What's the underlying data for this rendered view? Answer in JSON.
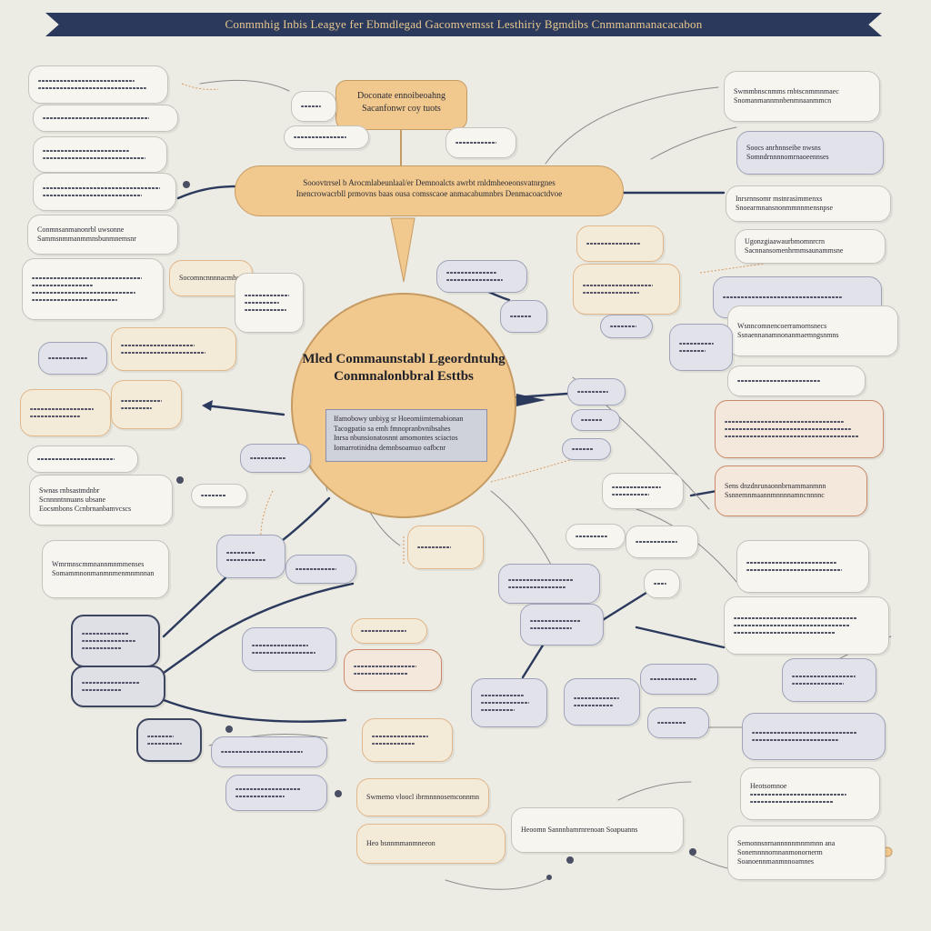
{
  "banner": {
    "title": "Conmmhig Inbis Leagye fer Ebmdlegad Gacomvemsst Lesthiriy Bgmdibs Cnmmanmanacacabon"
  },
  "central": {
    "title_line1": "Mled Commaunstabl Lgeordntuhg",
    "title_line2": "Conmnalonbbral Esttbs",
    "box_lines": [
      "Ifamobowy unbiyg sr Hoeomiimtemabionan",
      "Tacogpatio sa emh fmnopranbvnibsahes",
      "Inrsa nbunsionatosnnt amomontes sciactos",
      "Iomarrotinidna demnbsoamuo oafbcnr"
    ]
  },
  "top_card": {
    "line1": "Doconate ennoibeoahng",
    "line2": "Sacanfonwr coy tuots"
  },
  "bar": {
    "line1": "Sooovtrrsel b Arocmlabeunlaal/er Demnoalcts awrbt rnldmheoeonsvatnrgnes",
    "line2": "Inencrowacrbll prmovns baas ousa comsscaoe anmacabumnbrs Denmacoactdvoe"
  },
  "nodes": {
    "n_l_sp": {
      "lines": [
        "Swnas rnbsastmdnbr",
        "Scnnnntnnuans ubsane",
        "Eocsmbons Ccnbrnanbamvcscs"
      ]
    },
    "n_l_cb": {
      "lines": [
        "Conmnsanmanonrbl uwsonne",
        "Sammsnmmanmmnsbunmnemsnr"
      ]
    },
    "n_l_ps": {
      "lines": [
        "Socomncnnnnacmhcamounns"
      ]
    },
    "n_r_sv": {
      "lines": [
        "Swmmbnscnmms rnbtscnmmnmaec",
        "Snomanmannmnbenmnaanmmcn"
      ]
    },
    "n_r_st": {
      "lines": [
        "Soocs anrhnnseibe nwsns",
        "Somndrnnnnomrnaoeennses"
      ]
    },
    "n_r_ir": {
      "lines": [
        "Inrsrnnsomr mstnrasimmenxs",
        "Snoearmnansnonmmnnmensnpse"
      ]
    },
    "n_r_up": {
      "lines": [
        "Ugonzgiaawaurbmomnrcrn",
        "Sacnnansomenhrmmsaunammsne"
      ]
    },
    "n_r_ws": {
      "lines": [
        "Wsnncomnencoerramornsnecs",
        "Ssnaennanamnonanmaemngsnmns"
      ]
    },
    "n_r_s8": {
      "lines": [
        "Sens dnzdnrunaonnbrnammanmnn",
        "Ssnnemnmaannmnnnnamncnnnnc"
      ]
    },
    "n_b_hs": {
      "lines": [
        "Heotsomnoe"
      ]
    },
    "n_b_sv": {
      "lines": [
        "Swmemo vloocl ibrmnnnosemconnmn"
      ]
    },
    "n_b_hb": {
      "lines": [
        "Heo bsnnmmanmneeon"
      ]
    },
    "n_b_hd": {
      "lines": [
        "Heoomn Sannnbamrnrenoan Soapuanns"
      ]
    },
    "n_r_bot": {
      "lines": [
        "Semonnsnrnannnnnmnmmnn ana",
        "Sonemnnnornnanmonornerm",
        "Soanoennmanmnnoamnes"
      ]
    },
    "n_l_wm": {
      "lines": [
        "Wmrmnscmmnannmnmmenses",
        "Somammnonmanmnmenmnmnnan"
      ]
    }
  }
}
